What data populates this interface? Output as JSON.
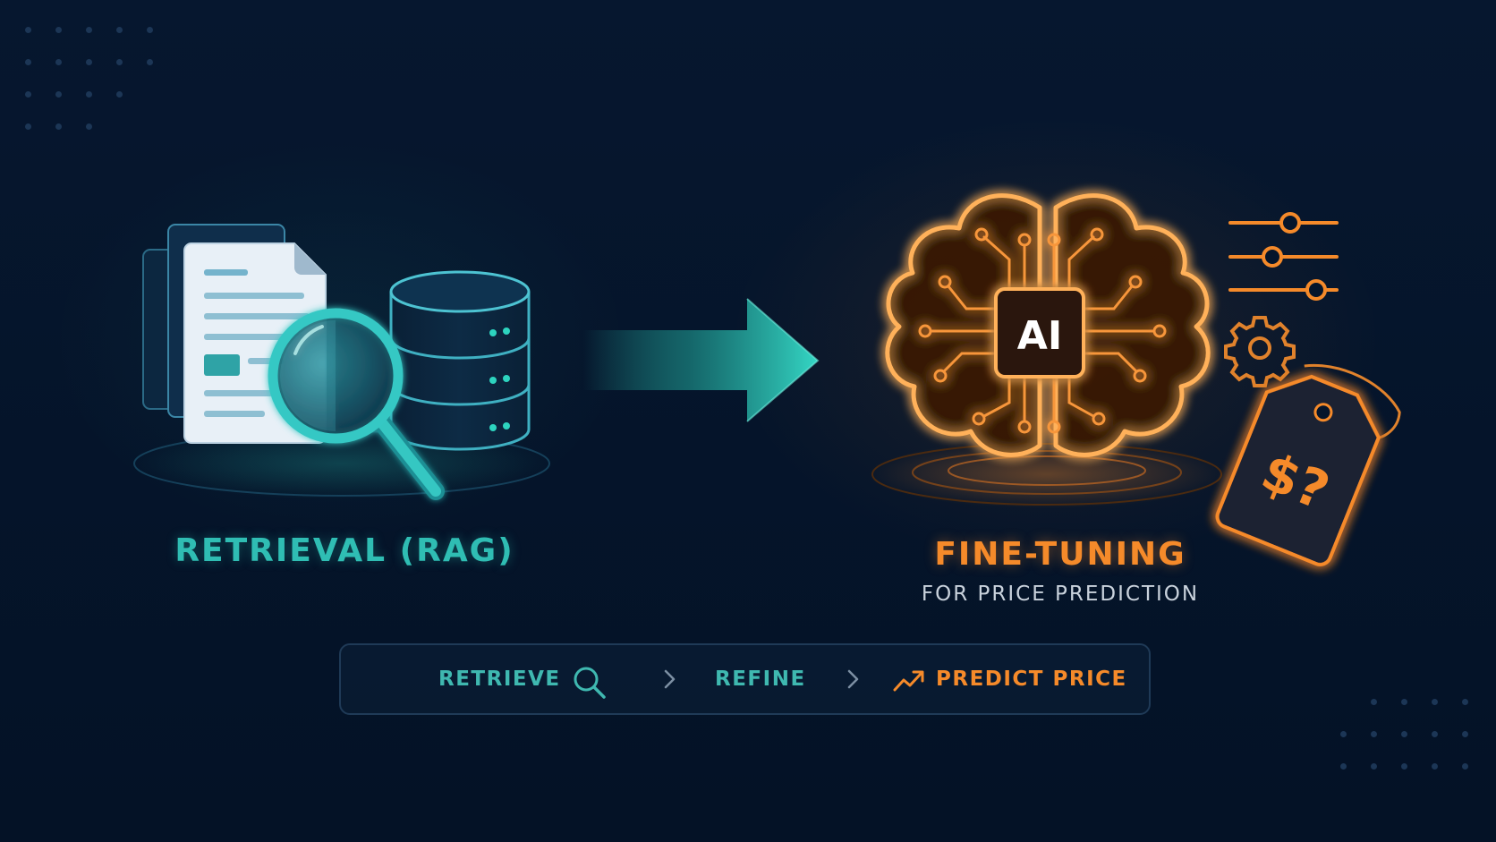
{
  "left_label": "RETRIEVAL (RAG)",
  "right_label": "FINE-TUNING",
  "right_sublabel": "FOR PRICE PREDICTION",
  "chip_text": "AI",
  "price_tag_text": "$?",
  "pipeline": {
    "steps": [
      {
        "label": "RETRIEVE",
        "icon": "search-icon"
      },
      {
        "label": "REFINE",
        "icon": null
      },
      {
        "label": "PREDICT PRICE",
        "icon": "trend-up-icon"
      }
    ],
    "separator_icon": "chevron-right-icon"
  },
  "colors": {
    "background": "#05152b",
    "teal_accent": "#2dd4bf",
    "orange_accent": "#f58a2a",
    "muted_text": "#c9d2dc"
  }
}
